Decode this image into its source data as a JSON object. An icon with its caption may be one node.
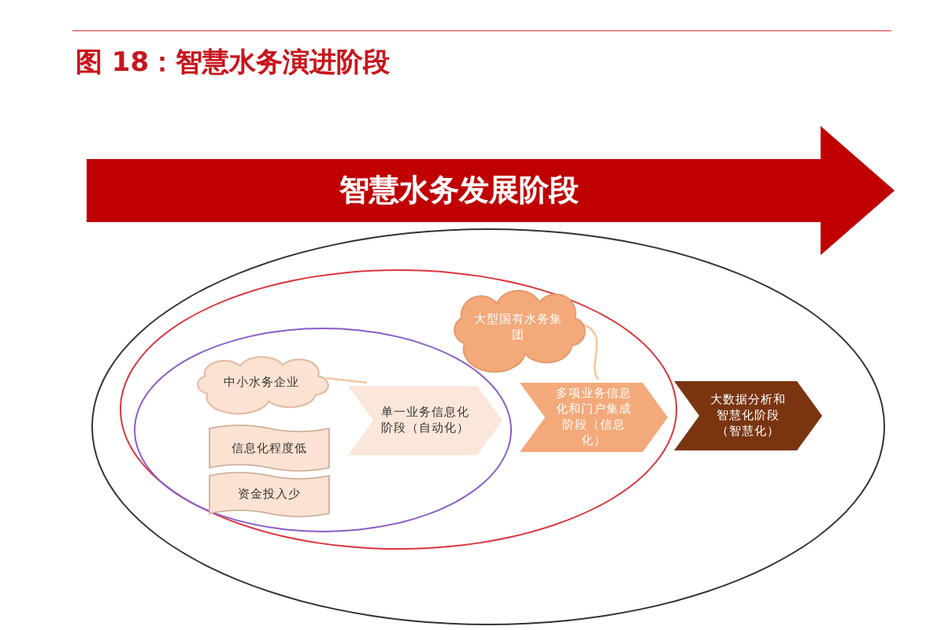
{
  "diagram": {
    "title": "图 18：智慧水务演进阶段",
    "nodes": [
      {
        "text": [
          "智慧水务发展阶段"
        ]
      },
      {
        "text": [],
        "shape": "ellipse"
      },
      {
        "text": [],
        "shape": "ellipse",
        "in": 1
      },
      {
        "text": [],
        "shape": "ellipse",
        "in": 2
      },
      {
        "text": [
          "中小水务企业"
        ],
        "in": 3
      },
      {
        "text": [
          "信息化程度低"
        ],
        "in": 3
      },
      {
        "text": [
          "资金投入少"
        ],
        "in": 3
      },
      {
        "text": [
          "单一业务信息化阶段（自动化）"
        ],
        "in": 3
      },
      {
        "text": [
          "大型国有水务集团"
        ],
        "in": 2
      },
      {
        "text": [
          "多项业务信息化和门户集成阶段（信息化）"
        ],
        "in": 2
      },
      {
        "text": [
          "大数据分析和智慧化阶段（智慧化）"
        ],
        "in": 1
      }
    ],
    "edges": [
      {
        "from": 4,
        "to": 7,
        "arrow": "none"
      },
      {
        "from": 8,
        "to": 9,
        "arrow": "none"
      }
    ]
  }
}
